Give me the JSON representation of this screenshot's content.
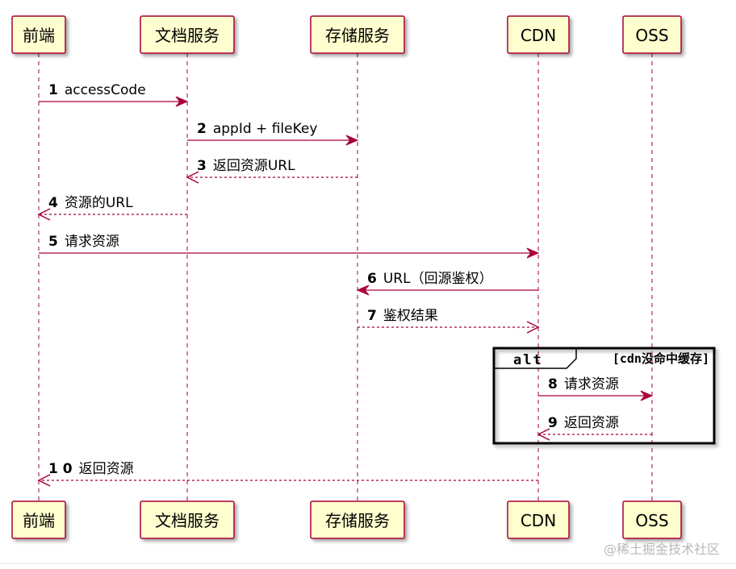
{
  "participants": [
    {
      "id": "fe",
      "label": "前端"
    },
    {
      "id": "doc",
      "label": "文档服务"
    },
    {
      "id": "store",
      "label": "存储服务"
    },
    {
      "id": "cdn",
      "label": "CDN"
    },
    {
      "id": "oss",
      "label": "OSS"
    }
  ],
  "messages": [
    {
      "num": "1",
      "text": "accessCode",
      "from": "fe",
      "to": "doc",
      "style": "solid"
    },
    {
      "num": "2",
      "text": "appId + fileKey",
      "from": "doc",
      "to": "store",
      "style": "solid"
    },
    {
      "num": "3",
      "text": "返回资源URL",
      "from": "store",
      "to": "doc",
      "style": "dashed"
    },
    {
      "num": "4",
      "text": "资源的URL",
      "from": "doc",
      "to": "fe",
      "style": "dashed"
    },
    {
      "num": "5",
      "text": "请求资源",
      "from": "fe",
      "to": "cdn",
      "style": "solid"
    },
    {
      "num": "6",
      "text": "URL（回源鉴权）",
      "from": "cdn",
      "to": "store",
      "style": "solid"
    },
    {
      "num": "7",
      "text": "鉴权结果",
      "from": "store",
      "to": "cdn",
      "style": "dashed"
    },
    {
      "num": "8",
      "text": "请求资源",
      "from": "cdn",
      "to": "oss",
      "style": "solid"
    },
    {
      "num": "9",
      "text": "返回资源",
      "from": "oss",
      "to": "cdn",
      "style": "dashed"
    },
    {
      "num": "1 0",
      "text": "返回资源",
      "from": "cdn",
      "to": "fe",
      "style": "dashed"
    }
  ],
  "fragment": {
    "keyword": "alt",
    "condition": "[cdn没命中缓存]",
    "first_message": "8",
    "last_message": "9"
  },
  "watermark": "@稀土掘金技术社区",
  "colors": {
    "box_fill": "#fefece",
    "box_border": "#a80036",
    "arrow": "#a80036",
    "lifeline": "#a80036"
  }
}
